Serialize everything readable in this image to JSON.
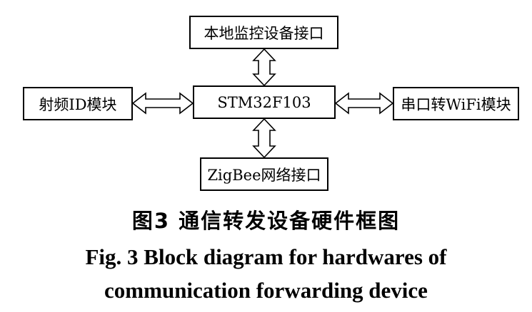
{
  "diagram": {
    "nodes": {
      "top": "本地监控设备接口",
      "left": "射频ID模块",
      "center": "STM32F103",
      "right": "串口转WiFi模块",
      "bottom": "ZigBee网络接口"
    },
    "edges": [
      {
        "from": "center",
        "to": "top",
        "type": "bidirectional"
      },
      {
        "from": "center",
        "to": "left",
        "type": "bidirectional"
      },
      {
        "from": "center",
        "to": "right",
        "type": "bidirectional"
      },
      {
        "from": "center",
        "to": "bottom",
        "type": "bidirectional"
      }
    ]
  },
  "caption": {
    "cn": "图3  通信转发设备硬件框图",
    "en_line1": "Fig. 3  Block diagram for hardwares of",
    "en_line2": "communication forwarding device"
  }
}
